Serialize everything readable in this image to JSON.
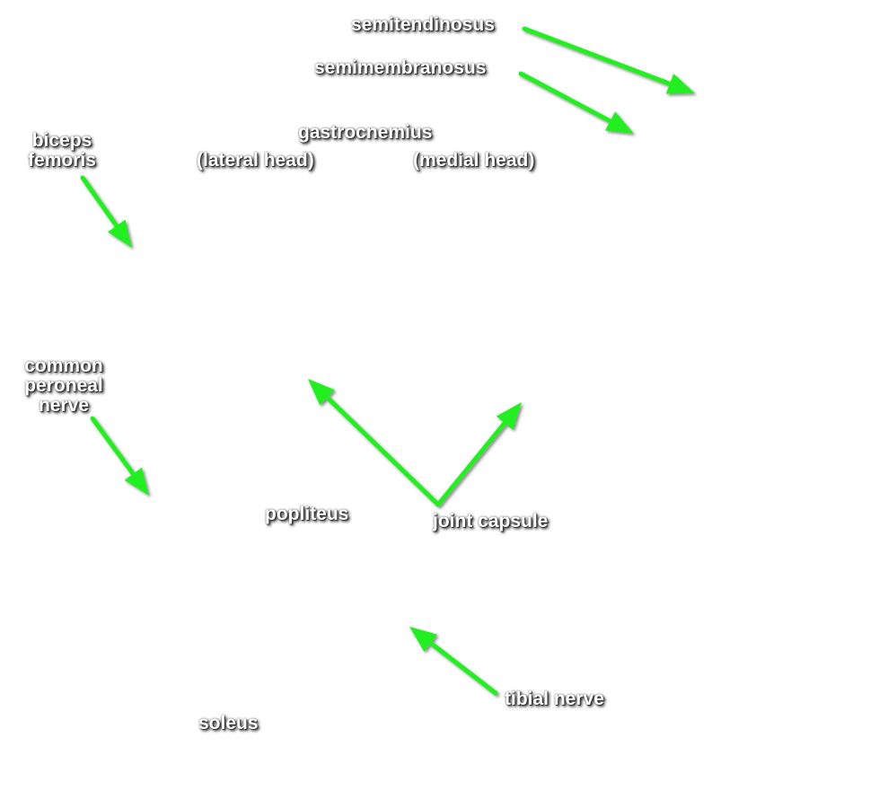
{
  "colors": {
    "arrow": "#22ee22",
    "label_text": "#ffffff",
    "label_shadow": "#333333",
    "background": "#ffffff"
  },
  "labels": {
    "semitendinosus": "semitendinosus",
    "semimembranosus": "semimembranosus",
    "gastrocnemius": "gastrocnemius",
    "lateral_head": "(lateral head)",
    "medial_head": "(medial head)",
    "biceps_line1": "biceps",
    "biceps_line2": "femoris",
    "common_line1": "common",
    "common_line2": "peroneal",
    "common_line3": "nerve",
    "popliteus": "popliteus",
    "joint_capsule": "joint capsule",
    "tibial_nerve": "tibial nerve",
    "soleus": "soleus"
  }
}
